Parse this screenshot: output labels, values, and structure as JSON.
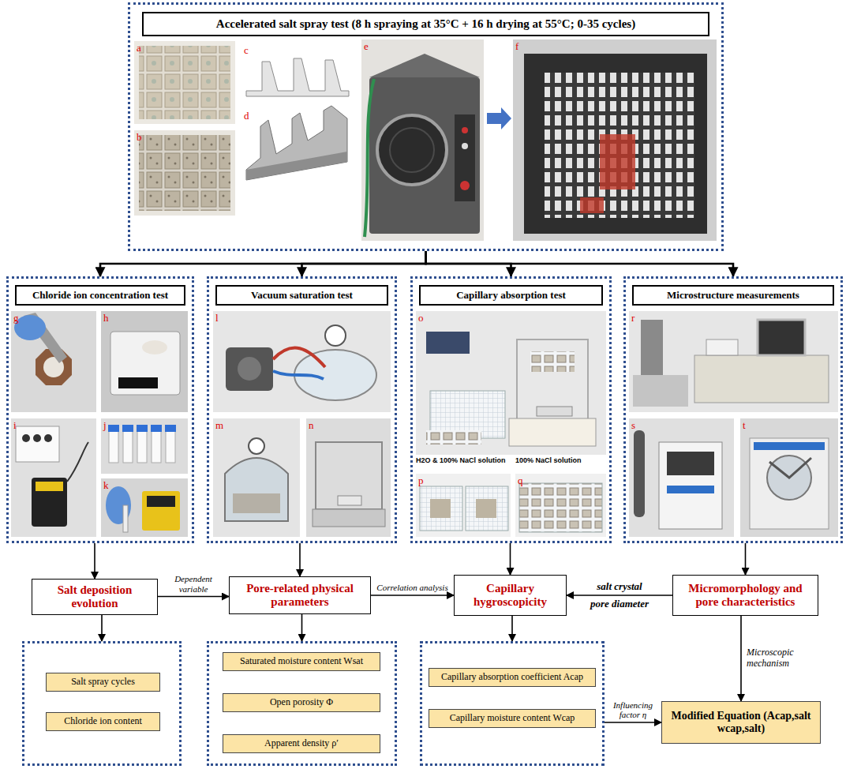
{
  "diagram": {
    "nodes": [
      {
        "text": [
          "Accelerated salt spray test (8 h spraying at 35°C + 16 h drying at 55°C; 0-35 cycles)"
        ]
      },
      {
        "text": [
          "Chloride ion concentration test"
        ]
      },
      {
        "text": [
          "Vacuum saturation test"
        ]
      },
      {
        "text": [
          "Capillary absorption test"
        ]
      },
      {
        "text": [
          "Microstructure measurements"
        ]
      },
      {
        "text": [
          "Salt deposition evolution"
        ]
      },
      {
        "text": [
          "Pore-related physical parameters"
        ]
      },
      {
        "text": [
          "Capillary hygroscopicity"
        ]
      },
      {
        "text": [
          "Micromorphology and pore characteristics"
        ]
      },
      {
        "text": []
      },
      {
        "text": [
          "Salt spray cycles"
        ],
        "in": 9
      },
      {
        "text": [
          "Chloride ion content"
        ],
        "in": 9
      },
      {
        "text": []
      },
      {
        "text": [
          "Saturated moisture content Wsat"
        ],
        "in": 12
      },
      {
        "text": [
          "Open porosity Φ"
        ],
        "in": 12
      },
      {
        "text": [
          "Apparent density ρ′"
        ],
        "in": 12
      },
      {
        "text": []
      },
      {
        "text": [
          "Capillary absorption coefficient Acap"
        ],
        "in": 16
      },
      {
        "text": [
          "Capillary moisture content Wcap"
        ],
        "in": 16
      },
      {
        "text": [
          "Modified Equation (Acap,salt wcap,salt)"
        ]
      }
    ],
    "edges": [
      {
        "from": 0,
        "to": 1,
        "arrow": "to"
      },
      {
        "from": 0,
        "to": 2,
        "arrow": "to"
      },
      {
        "from": 0,
        "to": 3,
        "arrow": "to"
      },
      {
        "from": 0,
        "to": 4,
        "arrow": "to"
      },
      {
        "from": 1,
        "to": 5,
        "arrow": "to"
      },
      {
        "from": 2,
        "to": 6,
        "arrow": "to"
      },
      {
        "from": 3,
        "to": 7,
        "arrow": "to"
      },
      {
        "from": 4,
        "to": 8,
        "arrow": "to"
      },
      {
        "from": 5,
        "to": 6,
        "label": "Dependent variable",
        "arrow": "to"
      },
      {
        "from": 6,
        "to": 7,
        "label": "Correlation analysis",
        "arrow": "to"
      },
      {
        "from": 8,
        "to": 7,
        "label": "salt crystal",
        "arrow": "to"
      },
      {
        "from": 8,
        "to": 19,
        "label": "Microscopic mechanism",
        "arrow": "to"
      },
      {
        "from": 5,
        "to": 9,
        "arrow": "to"
      },
      {
        "from": 6,
        "to": 12,
        "arrow": "to"
      },
      {
        "from": 7,
        "to": 16,
        "arrow": "to"
      },
      {
        "from": 16,
        "to": 19,
        "label": "Influencing factor η",
        "arrow": "to"
      }
    ],
    "labels": [
      "a",
      "b",
      "c",
      "d",
      "e",
      "f",
      "g",
      "h",
      "i",
      "j",
      "k",
      "l",
      "m",
      "n",
      "o",
      "p",
      "q",
      "r",
      "s",
      "t",
      "H2O & 100% NaCl solution",
      "100% NaCl solution",
      "pore diameter"
    ]
  }
}
